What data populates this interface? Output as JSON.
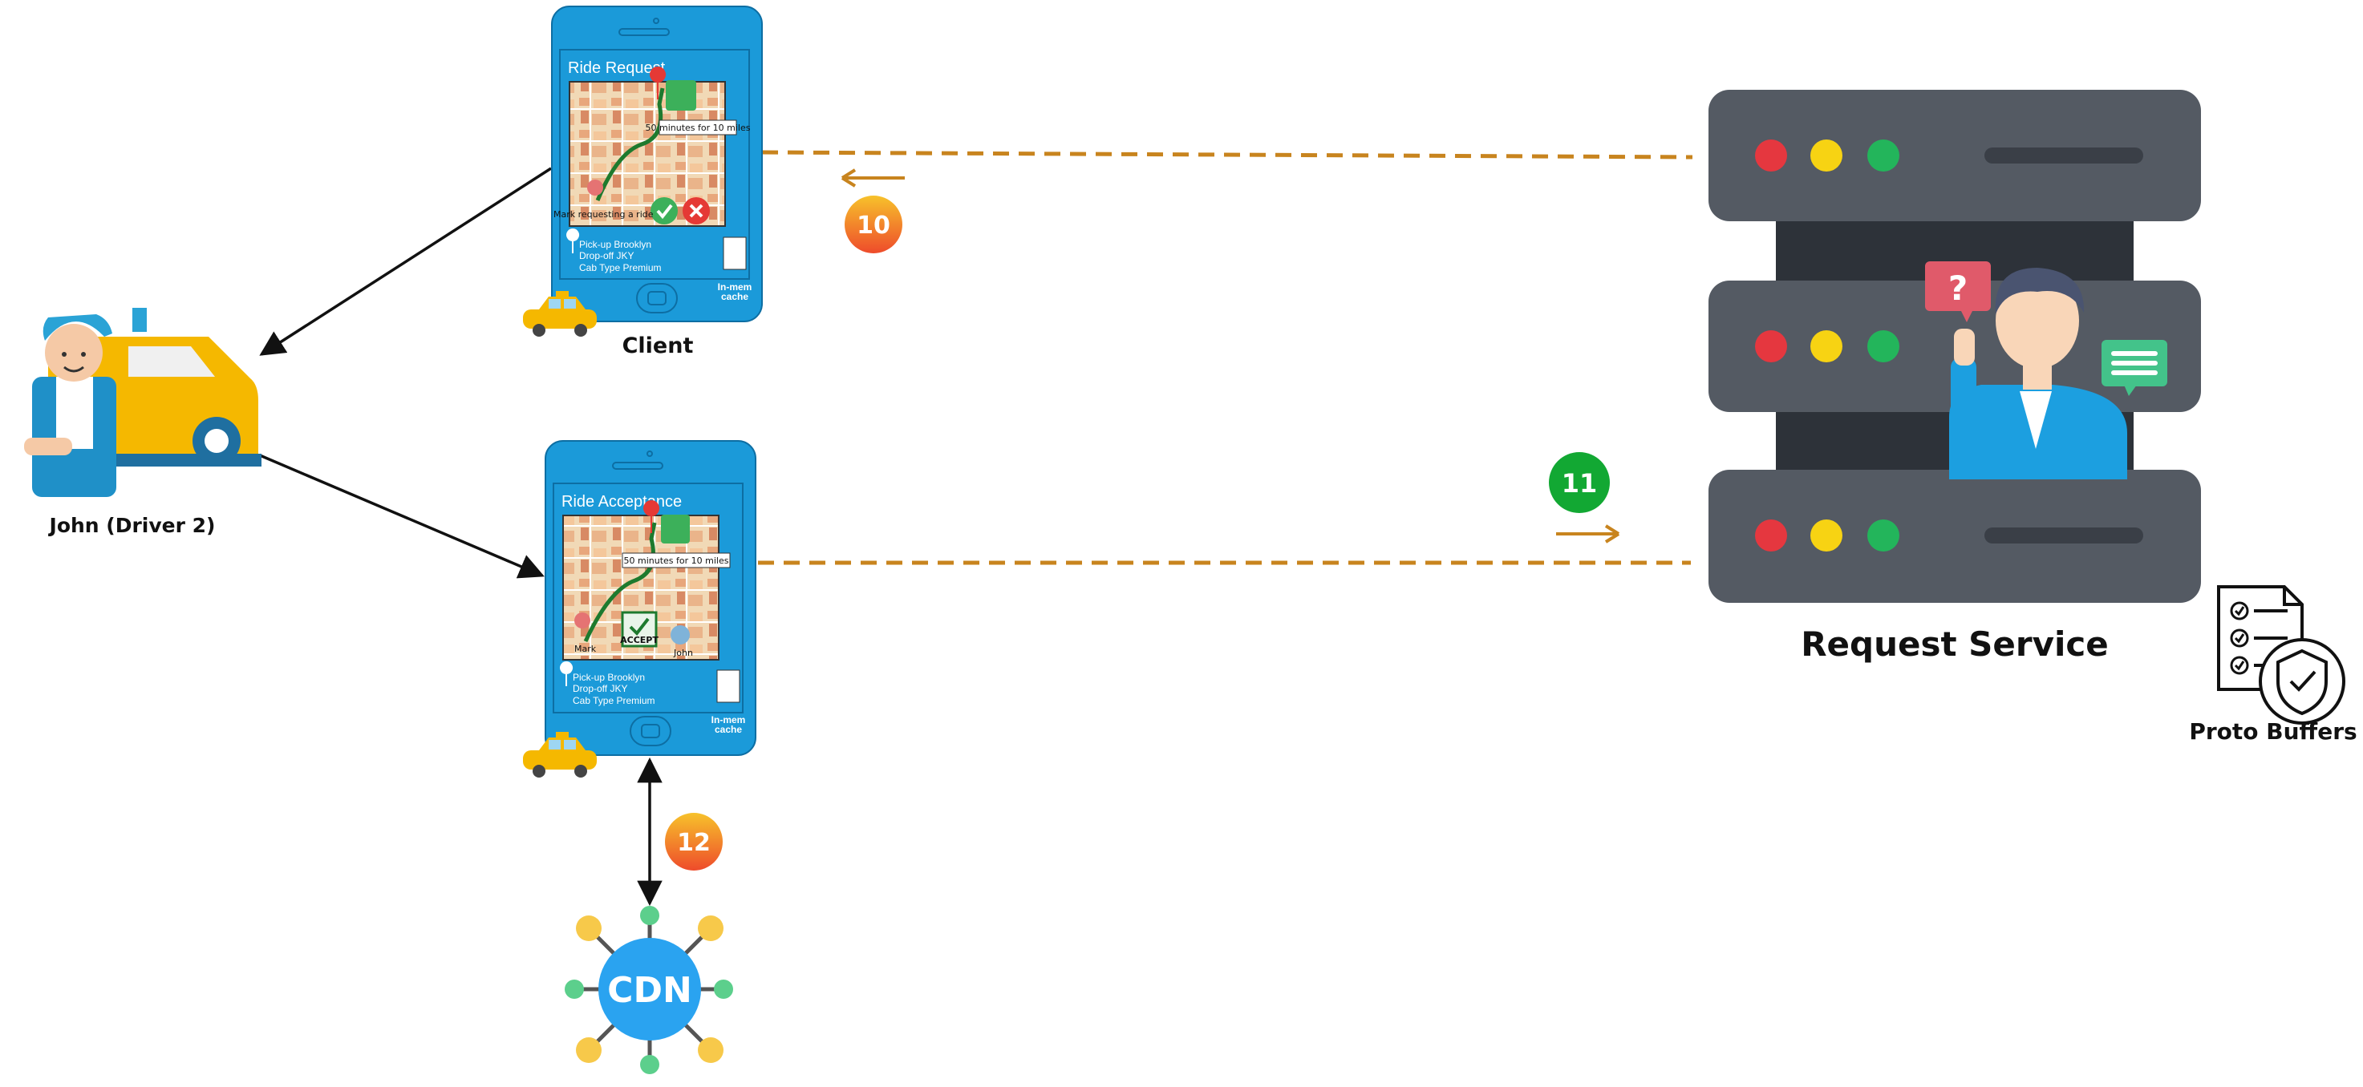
{
  "labels": {
    "client": "Client",
    "driver": "John (Driver 2)",
    "request_service": "Request Service",
    "proto_buffers": "Proto Buffers",
    "cdn": "CDN"
  },
  "phones": {
    "client": {
      "title": "Ride Request",
      "eta": "50 minutes for 10 miles",
      "caption": "Mark requesting a ride",
      "pickup": "Pick-up Brooklyn",
      "dropoff": "Drop-off  JKY",
      "cab": "Cab Type Premium",
      "cache": [
        "In-mem",
        "cache"
      ]
    },
    "driver": {
      "title": "Ride Acceptance",
      "eta": "50 minutes for 10 miles",
      "rider": "Mark",
      "driver_name": "John",
      "accept": "ACCEPT",
      "pickup": "Pick-up Brooklyn",
      "dropoff": "Drop-off  JKY",
      "cab": "Cab Type Premium",
      "cache": [
        "In-mem",
        "cache"
      ]
    }
  },
  "badges": {
    "step10": "10",
    "step11": "11",
    "step12": "12"
  },
  "colors": {
    "phone_blue": "#1b9ad9",
    "dashed_line": "#c8841e",
    "server_dark": "#545a63",
    "badge_orange": "#f39c1a",
    "badge_green": "#12a833",
    "cdn_blue": "#2aa3f0"
  }
}
